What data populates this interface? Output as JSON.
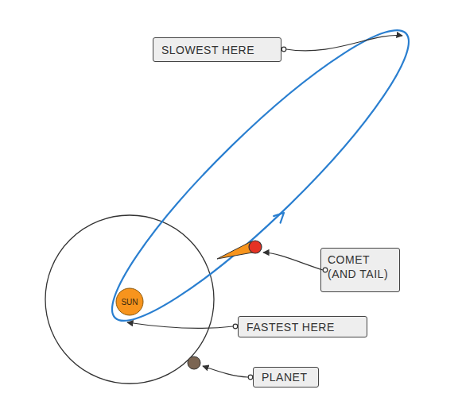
{
  "diagram": {
    "nodes": [
      {
        "text": [
          "SLOWEST HERE"
        ]
      },
      {
        "text": [
          "COMET (AND TAIL)"
        ]
      },
      {
        "text": [
          "SUN"
        ]
      },
      {
        "text": [
          "FASTEST HERE"
        ]
      },
      {
        "text": [
          "PLANET"
        ]
      }
    ]
  }
}
